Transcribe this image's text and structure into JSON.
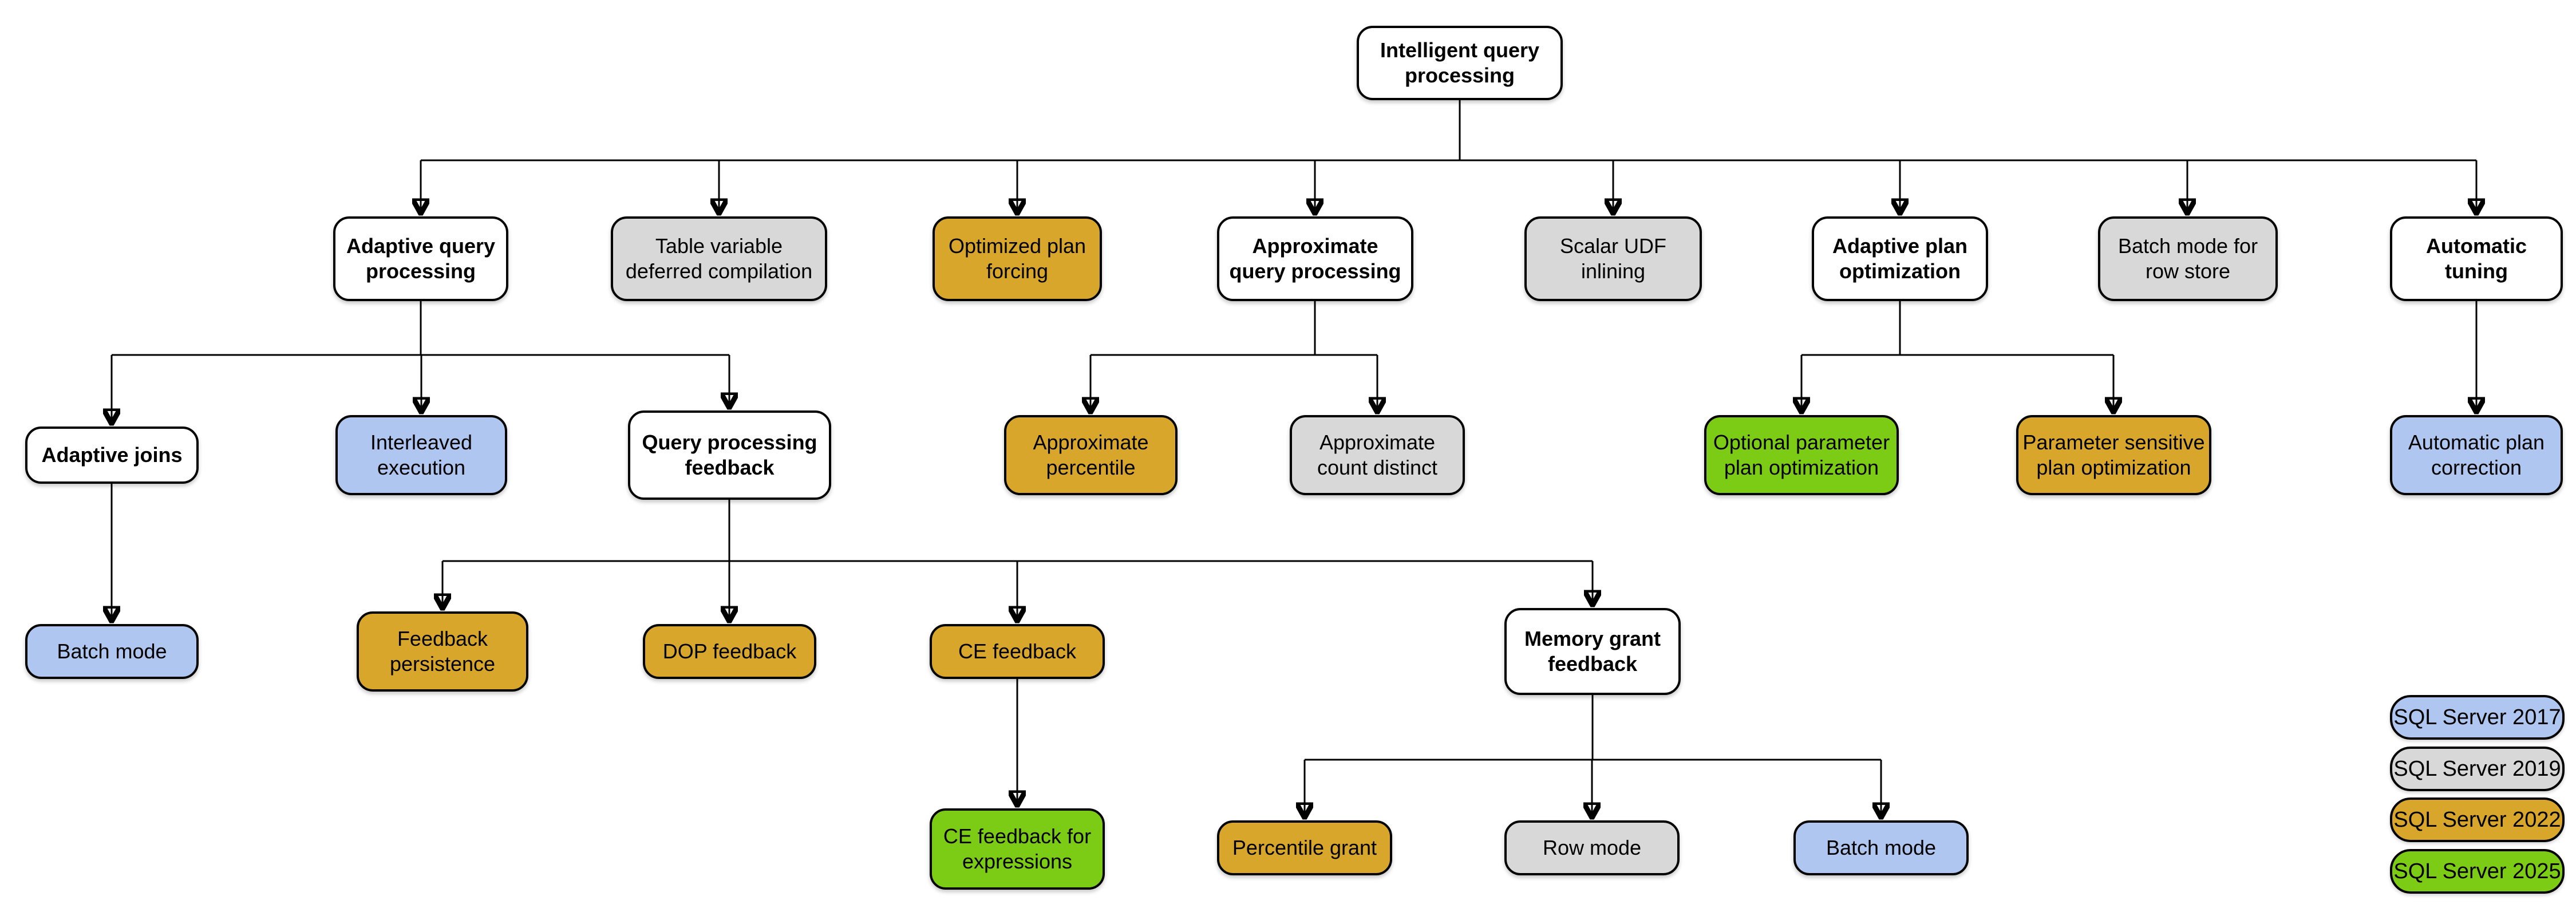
{
  "colors": {
    "none": "#FFFFFF",
    "sql2017": "#AEC6F0",
    "sql2019": "#D8D8D8",
    "sql2022": "#D8A62B",
    "sql2025": "#7CCC16",
    "border": "#000000",
    "line": "#000000"
  },
  "nodes": [
    {
      "id": "intelligent-query-processing",
      "label": "Intelligent query\nprocessing",
      "category": "none"
    },
    {
      "id": "adaptive-query-processing",
      "label": "Adaptive query\nprocessing",
      "category": "none"
    },
    {
      "id": "table-variable-deferred-compilation",
      "label": "Table variable\ndeferred compilation",
      "category": "sql2019"
    },
    {
      "id": "optimized-plan-forcing",
      "label": "Optimized plan\nforcing",
      "category": "sql2022"
    },
    {
      "id": "approximate-query-processing",
      "label": "Approximate\nquery processing",
      "category": "none"
    },
    {
      "id": "scalar-udf-inlining",
      "label": "Scalar UDF\ninlining",
      "category": "sql2019"
    },
    {
      "id": "adaptive-plan-optimization",
      "label": "Adaptive plan\noptimization",
      "category": "none"
    },
    {
      "id": "batch-mode-for-row-store",
      "label": "Batch mode for\nrow store",
      "category": "sql2019"
    },
    {
      "id": "automatic-tuning",
      "label": "Automatic\ntuning",
      "category": "none"
    },
    {
      "id": "adaptive-joins",
      "label": "Adaptive joins",
      "category": "none"
    },
    {
      "id": "interleaved-execution",
      "label": "Interleaved\nexecution",
      "category": "sql2017"
    },
    {
      "id": "query-processing-feedback",
      "label": "Query processing\nfeedback",
      "category": "none"
    },
    {
      "id": "approximate-percentile",
      "label": "Approximate\npercentile",
      "category": "sql2022"
    },
    {
      "id": "approximate-count-distinct",
      "label": "Approximate\ncount distinct",
      "category": "sql2019"
    },
    {
      "id": "optional-parameter-plan-optimization",
      "label": "Optional parameter\nplan optimization",
      "category": "sql2025"
    },
    {
      "id": "parameter-sensitive-plan-optimization",
      "label": "Parameter sensitive\nplan optimization",
      "category": "sql2022"
    },
    {
      "id": "automatic-plan-correction",
      "label": "Automatic plan\ncorrection",
      "category": "sql2017"
    },
    {
      "id": "batch-mode-under-adaptive-joins",
      "label": "Batch mode",
      "category": "sql2017"
    },
    {
      "id": "feedback-persistence",
      "label": "Feedback\npersistence",
      "category": "sql2022"
    },
    {
      "id": "dop-feedback",
      "label": "DOP feedback",
      "category": "sql2022"
    },
    {
      "id": "ce-feedback",
      "label": "CE feedback",
      "category": "sql2022"
    },
    {
      "id": "memory-grant-feedback",
      "label": "Memory grant\nfeedback",
      "category": "none"
    },
    {
      "id": "ce-feedback-for-expressions",
      "label": "CE feedback for\nexpressions",
      "category": "sql2025"
    },
    {
      "id": "percentile-grant",
      "label": "Percentile grant",
      "category": "sql2022"
    },
    {
      "id": "row-mode",
      "label": "Row mode",
      "category": "sql2019"
    },
    {
      "id": "batch-mode-under-memory-grant-feedback",
      "label": "Batch mode",
      "category": "sql2017"
    }
  ],
  "edges": [
    [
      "intelligent-query-processing",
      "adaptive-query-processing"
    ],
    [
      "intelligent-query-processing",
      "table-variable-deferred-compilation"
    ],
    [
      "intelligent-query-processing",
      "optimized-plan-forcing"
    ],
    [
      "intelligent-query-processing",
      "approximate-query-processing"
    ],
    [
      "intelligent-query-processing",
      "scalar-udf-inlining"
    ],
    [
      "intelligent-query-processing",
      "adaptive-plan-optimization"
    ],
    [
      "intelligent-query-processing",
      "batch-mode-for-row-store"
    ],
    [
      "intelligent-query-processing",
      "automatic-tuning"
    ],
    [
      "adaptive-query-processing",
      "adaptive-joins"
    ],
    [
      "adaptive-query-processing",
      "interleaved-execution"
    ],
    [
      "adaptive-query-processing",
      "query-processing-feedback"
    ],
    [
      "approximate-query-processing",
      "approximate-percentile"
    ],
    [
      "approximate-query-processing",
      "approximate-count-distinct"
    ],
    [
      "adaptive-plan-optimization",
      "optional-parameter-plan-optimization"
    ],
    [
      "adaptive-plan-optimization",
      "parameter-sensitive-plan-optimization"
    ],
    [
      "automatic-tuning",
      "automatic-plan-correction"
    ],
    [
      "adaptive-joins",
      "batch-mode-under-adaptive-joins"
    ],
    [
      "query-processing-feedback",
      "feedback-persistence"
    ],
    [
      "query-processing-feedback",
      "dop-feedback"
    ],
    [
      "query-processing-feedback",
      "ce-feedback"
    ],
    [
      "query-processing-feedback",
      "memory-grant-feedback"
    ],
    [
      "ce-feedback",
      "ce-feedback-for-expressions"
    ],
    [
      "memory-grant-feedback",
      "percentile-grant"
    ],
    [
      "memory-grant-feedback",
      "row-mode"
    ],
    [
      "memory-grant-feedback",
      "batch-mode-under-memory-grant-feedback"
    ]
  ],
  "legend": {
    "items": [
      {
        "label": "SQL Server 2017",
        "category": "sql2017"
      },
      {
        "label": "SQL Server 2019",
        "category": "sql2019"
      },
      {
        "label": "SQL Server 2022",
        "category": "sql2022"
      },
      {
        "label": "SQL Server 2025",
        "category": "sql2025"
      }
    ]
  }
}
